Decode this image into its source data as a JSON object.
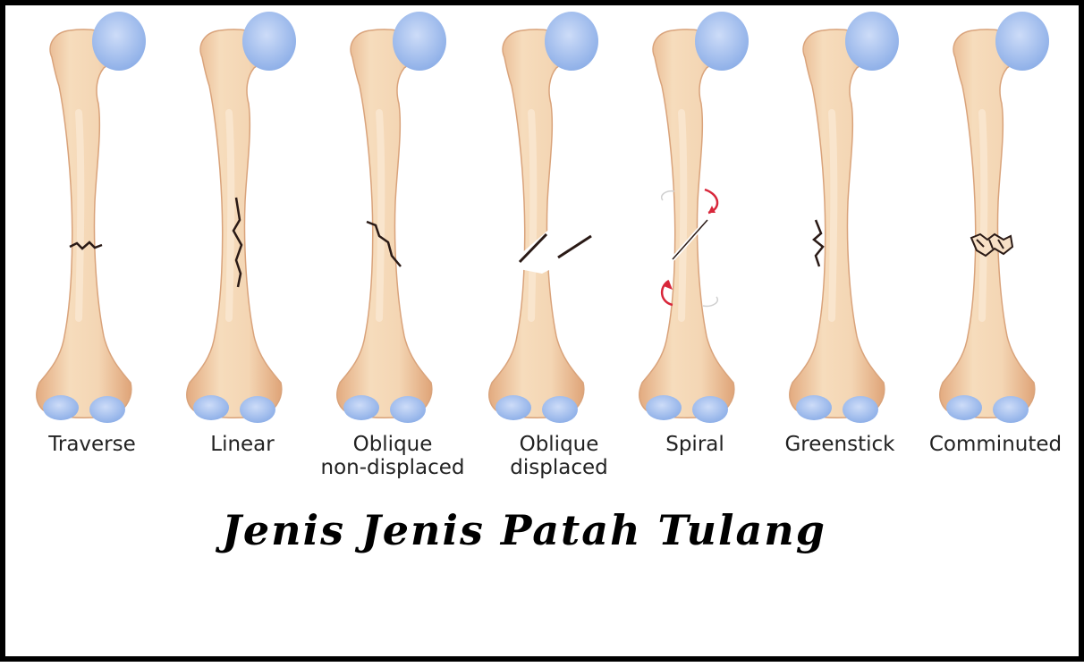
{
  "fracture_types": [
    {
      "label": "Traverse"
    },
    {
      "label": "Linear"
    },
    {
      "label": "Oblique\nnon-displaced"
    },
    {
      "label": "Oblique\ndisplaced"
    },
    {
      "label": "Spiral"
    },
    {
      "label": "Greenstick"
    },
    {
      "label": "Comminuted"
    }
  ],
  "title": "Jenis Jenis Patah Tulang",
  "colors": {
    "bone": "#f1cfaa",
    "bone_edge": "#dca77e",
    "bone_shade": "#e9b98f",
    "cartilage": "#a7c1f0",
    "crack": "#2a1a16",
    "arrow": "#d8263a"
  }
}
